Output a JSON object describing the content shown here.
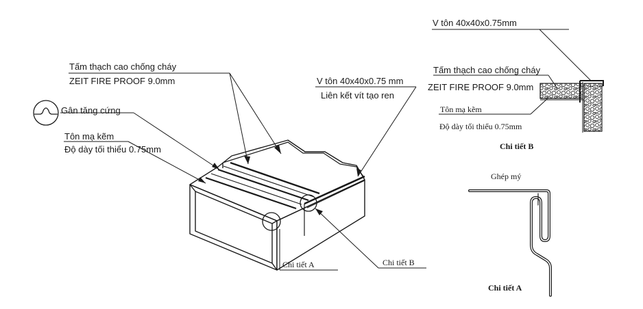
{
  "main": {
    "labels": {
      "board_name": "Tấm thạch cao chống cháy",
      "board_spec": "ZEIT FIRE PROOF 9.0mm",
      "rib": "Gân tăng cứng",
      "sheet_name": "Tôn mạ kẽm",
      "sheet_thickness": "Độ dày tối thiểu 0.75mm",
      "v_angle": "V tôn 40x40x0.75 mm",
      "screw": "Liên kết vít tạo ren",
      "detail_a_callout": "Chi tiết A",
      "detail_b_callout": "Chi tiết B"
    }
  },
  "detail_b": {
    "v_angle": "V tôn 40x40x0.75mm",
    "board_name": "Tấm thạch cao chống cháy",
    "board_spec": "ZEIT FIRE PROOF 9.0mm",
    "sheet_name": "Tôn mạ kẽm",
    "sheet_thickness": "Độ dày tối thiểu 0.75mm",
    "title": "Chi tiết B"
  },
  "detail_a": {
    "seam": "Ghép mý",
    "title": "Chi tiết A"
  }
}
